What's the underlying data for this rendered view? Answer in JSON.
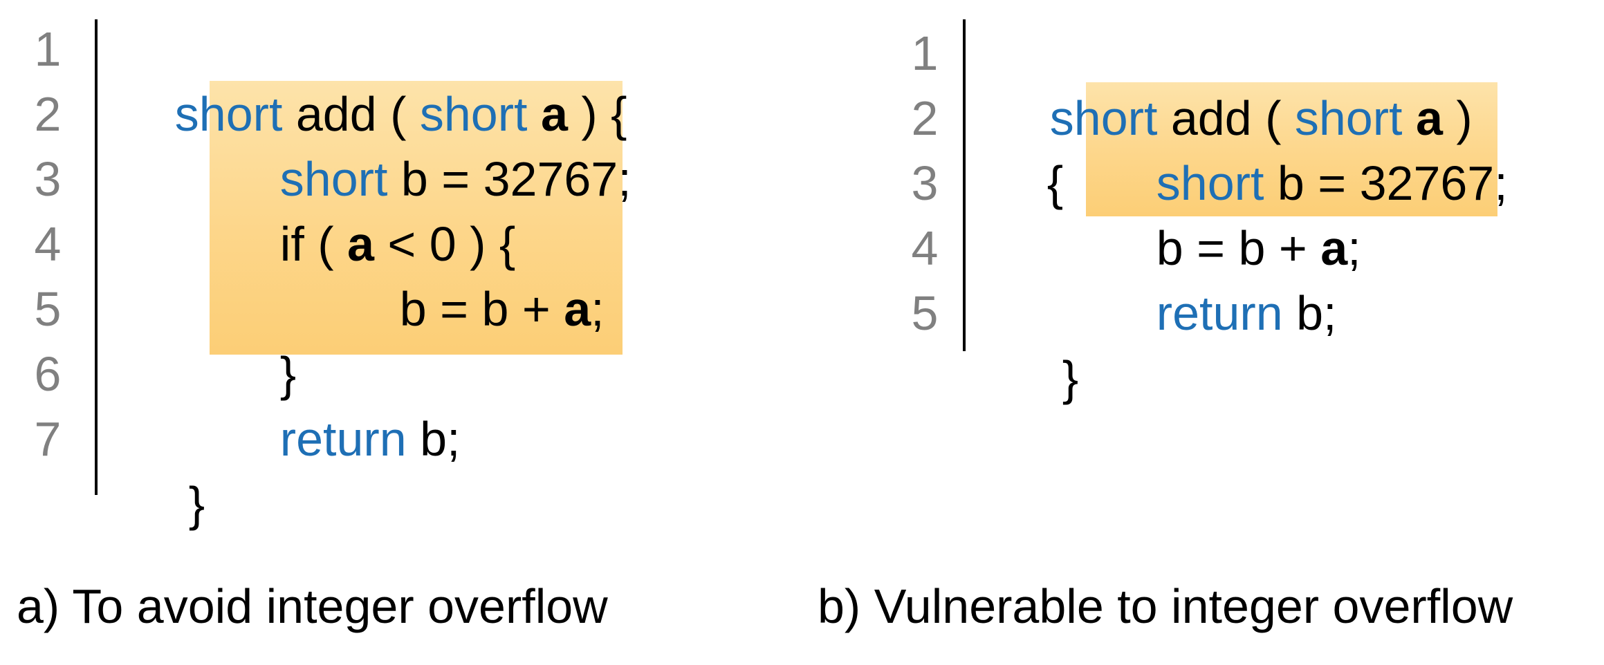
{
  "panels": [
    {
      "caption": "a) To avoid integer overflow",
      "line_numbers": [
        "1",
        "2",
        "3",
        "4",
        "5",
        "6",
        "7"
      ],
      "lines": [
        [
          {
            "t": "short",
            "s": "kw"
          },
          {
            "t": " add ( "
          },
          {
            "t": "short",
            "s": "kw"
          },
          {
            "t": " "
          },
          {
            "t": "a",
            "s": "bold"
          },
          {
            "t": " ) {"
          }
        ],
        [
          {
            "t": "short",
            "s": "kw"
          },
          {
            "t": " b = 32767;"
          }
        ],
        [
          {
            "t": "if ( "
          },
          {
            "t": "a",
            "s": "bold"
          },
          {
            "t": " < 0 ) {"
          }
        ],
        [
          {
            "t": "b = b + "
          },
          {
            "t": "a",
            "s": "bold"
          },
          {
            "t": ";"
          }
        ],
        [
          {
            "t": "}"
          }
        ],
        [
          {
            "t": "return",
            "s": "kw"
          },
          {
            "t": " b;"
          }
        ],
        [
          {
            "t": "}"
          }
        ]
      ]
    },
    {
      "caption": "b) Vulnerable to integer overflow",
      "line_numbers": [
        "1",
        "2",
        "3",
        "4",
        "5"
      ],
      "lines": [
        [
          {
            "t": "short",
            "s": "kw"
          },
          {
            "t": " add ( "
          },
          {
            "t": "short",
            "s": "kw"
          },
          {
            "t": " "
          },
          {
            "t": "a",
            "s": "bold"
          },
          {
            "t": " )"
          }
        ],
        [
          {
            "t": "{"
          }
        ],
        [
          {
            "t": "short",
            "s": "kw"
          },
          {
            "t": " b = 32767;"
          }
        ],
        [
          {
            "t": "b = b + "
          },
          {
            "t": "a",
            "s": "bold"
          },
          {
            "t": ";"
          }
        ],
        [
          {
            "t": "return",
            "s": "kw"
          },
          {
            "t": " b;"
          }
        ],
        [
          {
            "t": "}"
          }
        ]
      ]
    }
  ],
  "colors": {
    "keyword": "#1e6fb5",
    "line_number": "#808080",
    "highlight": "#fdd68a"
  }
}
